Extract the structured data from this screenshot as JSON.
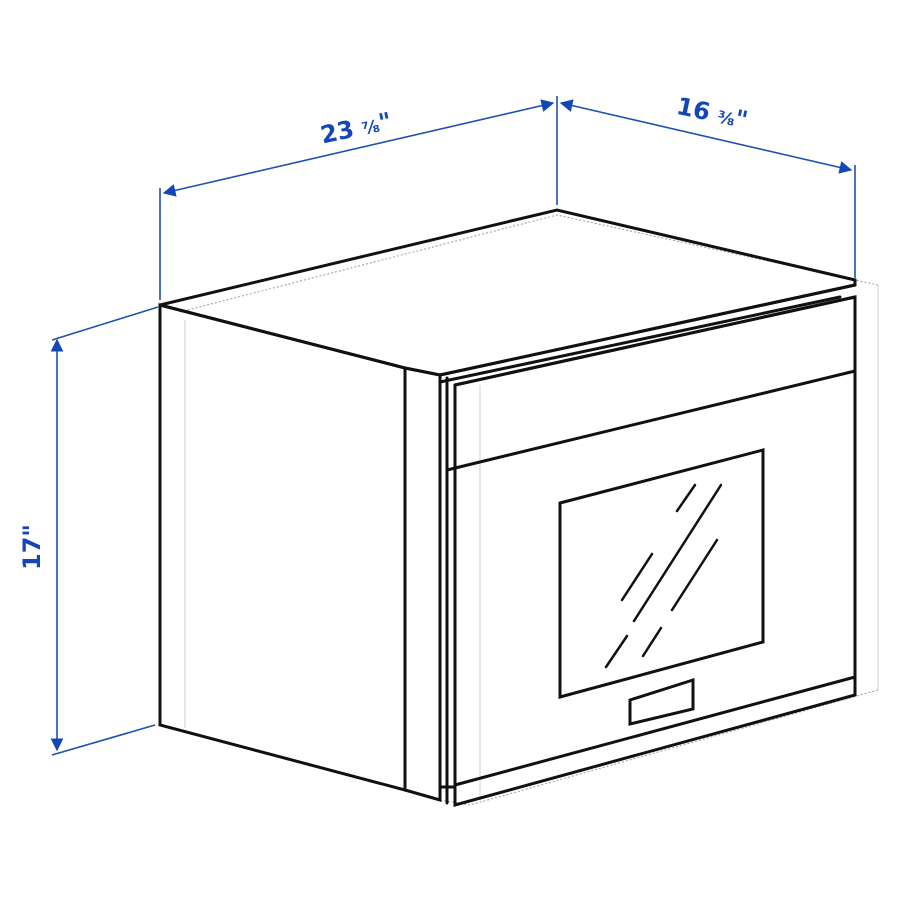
{
  "drawing": {
    "subject": "built-in oven, isometric line drawing with dimensions",
    "dimension_color": "#1346b8",
    "line_color": "#111111"
  },
  "dimensions": {
    "width": {
      "whole": "23",
      "fraction": "⅞",
      "unit": "\"",
      "full": "23 7/8\""
    },
    "depth": {
      "whole": "16",
      "fraction": "⅜",
      "unit": "\"",
      "full": "16 3/8\""
    },
    "height": {
      "whole": "17",
      "fraction": "",
      "unit": "\"",
      "full": "17\""
    }
  }
}
